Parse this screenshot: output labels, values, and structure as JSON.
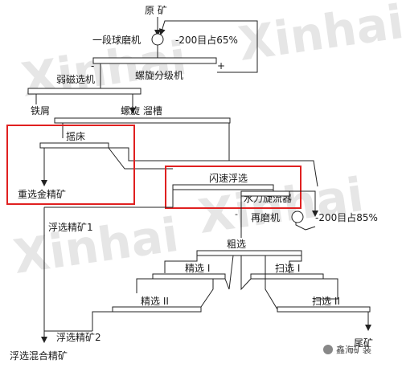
{
  "diagram": {
    "raw_ore": "原 矿",
    "ball_mill_1": "一段球磨机",
    "grind_1": "-200目占65%",
    "spiral_classifier": "螺旋分级机",
    "weak_magnetic": "弱磁选机",
    "iron_scrap": "铁屑",
    "spiral_chute": "螺旋 溜槽",
    "shaking_table": "摇床",
    "gravity_gold": "重选金精矿",
    "flash_flotation": "闪速浮选",
    "hydrocyclone": "水力旋流器",
    "regrind_mill": "再磨机",
    "grind_2": "-200目占85%",
    "float_conc_1": "浮选精矿1",
    "rougher": "粗选",
    "cleaner_1": "精选 I",
    "scavenger_1": "扫选 I",
    "cleaner_2": "精选 II",
    "scavenger_2": "扫选 II",
    "float_conc_2": "浮选精矿2",
    "mixed_conc": "浮选混合精矿",
    "tailings": "尾矿",
    "plus_sign": "+",
    "minus_sign": "-"
  },
  "watermark": "Xinhai",
  "brand": "鑫海矿装",
  "colors": {
    "highlight": "#e02020",
    "line": "#222222",
    "watermark": "#e6e6e6"
  }
}
